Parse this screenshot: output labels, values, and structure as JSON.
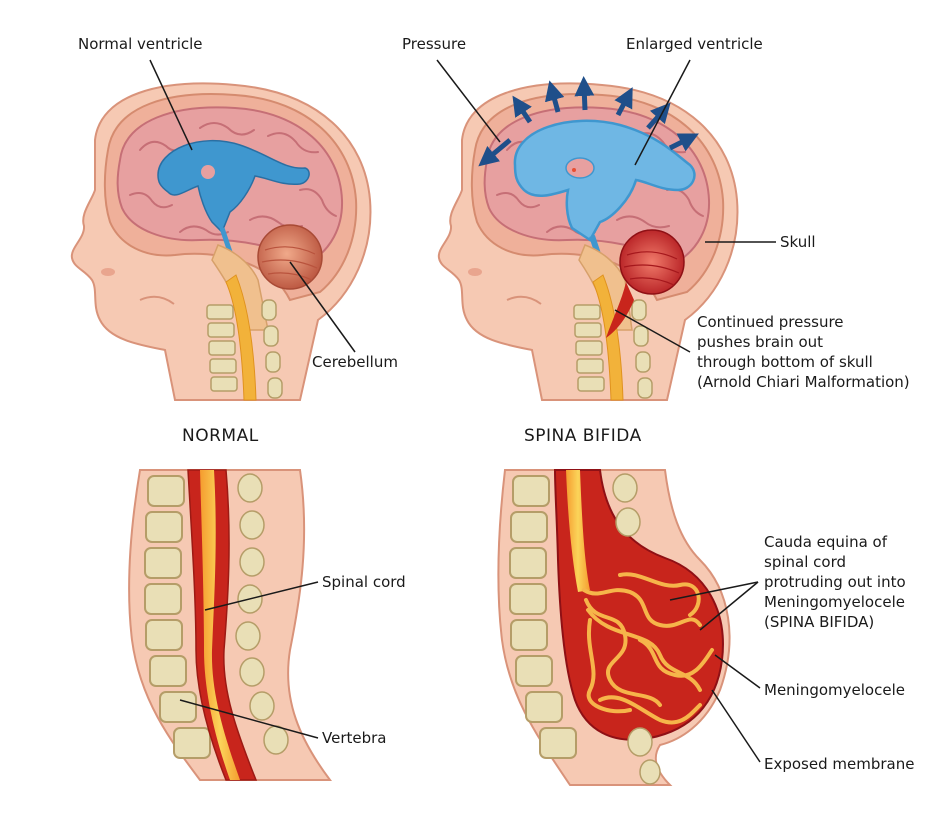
{
  "panels": {
    "normal_title": "NORMAL",
    "spina_title": "SPINA BIFIDA"
  },
  "labels": {
    "normal_ventricle": "Normal ventricle",
    "pressure": "Pressure",
    "enlarged_ventricle": "Enlarged ventricle",
    "skull": "Skull",
    "cerebellum": "Cerebellum",
    "continued_pressure": [
      "Continued pressure",
      "pushes brain out",
      "through bottom of skull",
      "(Arnold Chiari Malformation)"
    ],
    "spinal_cord": "Spinal cord",
    "vertebra": "Vertebra",
    "cauda_equina": [
      "Cauda equina of",
      "spinal cord",
      "protruding out into",
      "Meningomyelocele",
      "(SPINA BIFIDA)"
    ],
    "meningomyelocele": "Meningomyelocele",
    "exposed_membrane": "Exposed membrane"
  },
  "colors": {
    "skin": "#f6c9b3",
    "skin_outline": "#d9937a",
    "brain": "#e7a0a0",
    "brain_fold": "#c66f76",
    "ventricle": "#3f97cf",
    "ventricle_enlarged": "#6fb7e4",
    "cerebellum": "#d8775a",
    "cerebellum_herniated": "#d8323a",
    "spinal_cord": "#f2b23a",
    "vertebra": "#e9dfb6",
    "sac_red": "#c8251c",
    "arrow_dark": "#1f4f8a"
  }
}
